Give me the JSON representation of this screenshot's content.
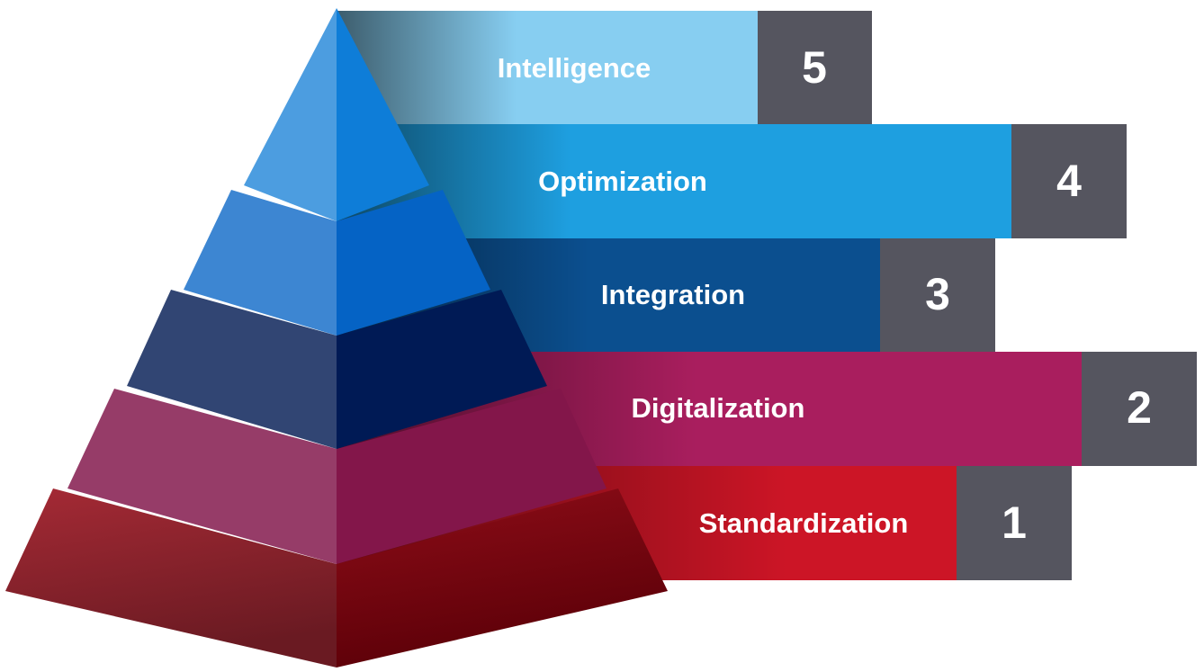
{
  "title": "Maturity pyramid",
  "levels": [
    {
      "label": "Intelligence",
      "number": "5",
      "color": "#87CEF1"
    },
    {
      "label": "Optimization",
      "number": "4",
      "color": "#1E9FE0"
    },
    {
      "label": "Integration",
      "number": "3",
      "color": "#0B4F8F"
    },
    {
      "label": "Digitalization",
      "number": "2",
      "color": "#A91E5E"
    },
    {
      "label": "Standardization",
      "number": "1",
      "color": "#CC1526"
    }
  ],
  "number_box_color": "#55555F"
}
